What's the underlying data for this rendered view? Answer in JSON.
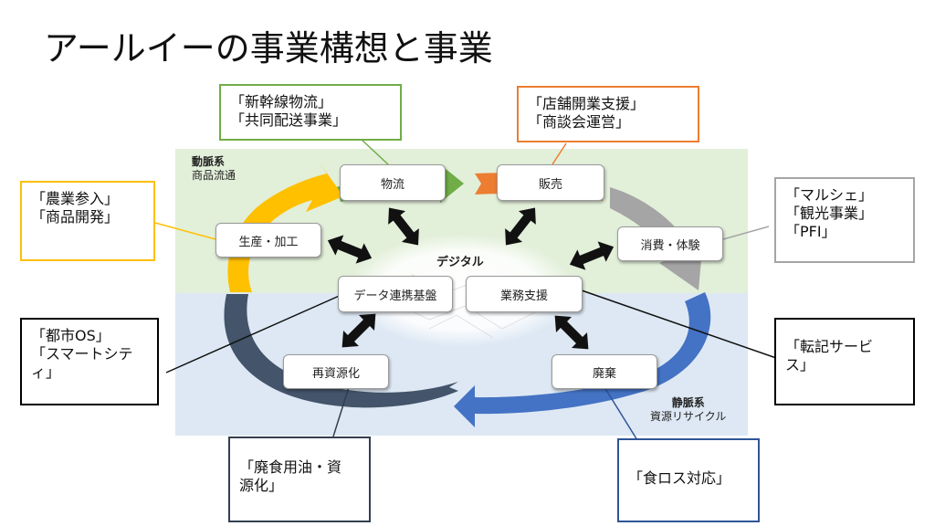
{
  "title": "アールイーの事業構想と事業",
  "zones": {
    "arterial": {
      "title": "動脈系",
      "subtitle": "商品流通"
    },
    "venous": {
      "title": "静脈系",
      "subtitle": "資源リサイクル"
    }
  },
  "center_label": "デジタル",
  "nodes": {
    "logistics": "物流",
    "sales": "販売",
    "production": "生産・加工",
    "consumption": "消費・体験",
    "data_platform": "データ連携基盤",
    "business_support": "業務支援",
    "recycling": "再資源化",
    "disposal": "廃棄"
  },
  "callouts": {
    "logistics": [
      "「新幹線物流」",
      "「共同配送事業」"
    ],
    "sales": [
      "「店舗開業支援」",
      "「商談会運営」"
    ],
    "production": [
      "「農業参入」",
      "「商品開発」"
    ],
    "consumption": [
      "「マルシェ」",
      "「観光事業」",
      "「PFI」"
    ],
    "data_platform": [
      "「都市OS」",
      "「スマートシテ",
      "ィ」"
    ],
    "business_support": [
      "「転記サービ",
      "ス」"
    ],
    "recycling": [
      "「廃食用油・資",
      "源化」"
    ],
    "disposal": [
      "「食ロス対応」"
    ]
  },
  "colors": {
    "arrow_green": "#70ad47",
    "arrow_orange": "#ed7d31",
    "arrow_gray": "#a5a5a5",
    "arrow_blue": "#4472c4",
    "arrow_navy": "#44546a",
    "arrow_yellow": "#ffc000",
    "border_black": "#000000",
    "border_blue": "#2f5597",
    "border_navy": "#333f50"
  }
}
